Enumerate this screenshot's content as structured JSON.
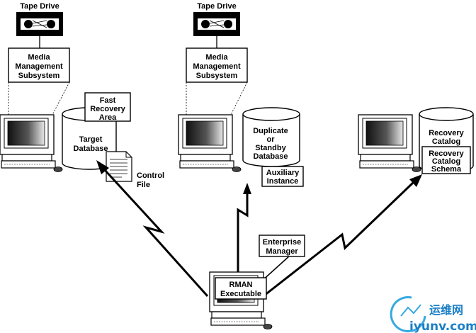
{
  "target_site": {
    "tape_label": "Tape Drive",
    "mms_lines": [
      "Media",
      "Management",
      "Subsystem"
    ],
    "recovery_area_lines": [
      "Fast",
      "Recovery",
      "Area"
    ],
    "database_lines": [
      "Target",
      "Database"
    ],
    "control_file_lines": [
      "Control",
      "File"
    ]
  },
  "duplicate_site": {
    "tape_label": "Tape Drive",
    "mms_lines": [
      "Media",
      "Management",
      "Subsystem"
    ],
    "database_lines": [
      "Duplicate",
      "or",
      "Standby",
      "Database"
    ],
    "instance_lines": [
      "Auxiliary",
      "Instance"
    ]
  },
  "catalog_site": {
    "database_lines": [
      "Recovery",
      "Catalog"
    ],
    "schema_lines": [
      "Recovery",
      "Catalog",
      "Schema"
    ]
  },
  "rman": {
    "executable_lines": [
      "RMAN",
      "Executable"
    ],
    "manager_lines": [
      "Enterprise",
      "Manager"
    ]
  },
  "watermark": {
    "brand": "运维网",
    "url": "iyunv.com"
  }
}
